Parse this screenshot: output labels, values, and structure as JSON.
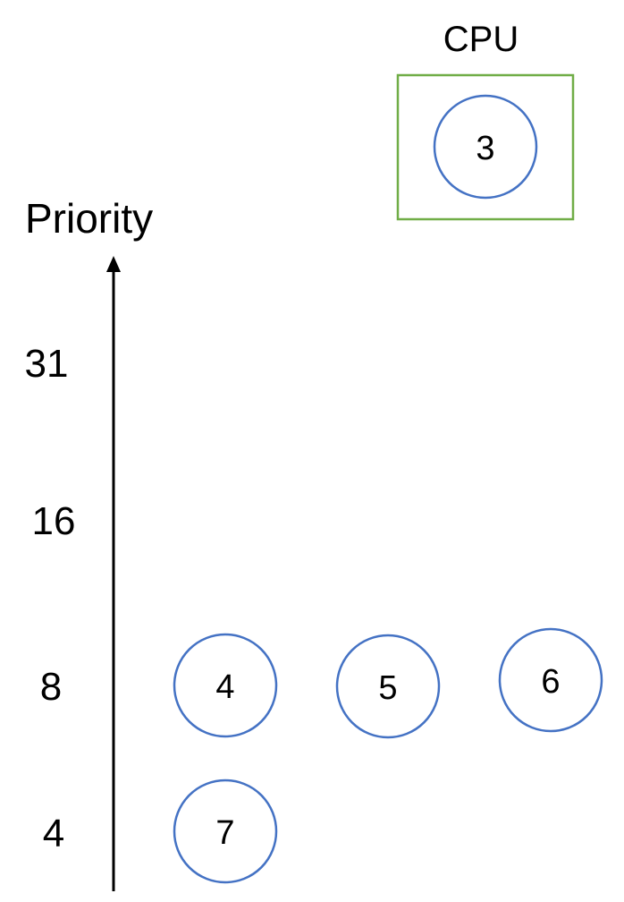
{
  "cpu": {
    "label": "CPU",
    "thread": "3",
    "box_color": "#70AD47"
  },
  "axis": {
    "label": "Priority",
    "ticks": [
      "31",
      "16",
      "8",
      "4"
    ]
  },
  "threads": {
    "row_8": [
      "4",
      "5",
      "6"
    ],
    "row_4": [
      "7"
    ]
  },
  "colors": {
    "circle_stroke": "#4472C4",
    "axis": "#000000"
  }
}
